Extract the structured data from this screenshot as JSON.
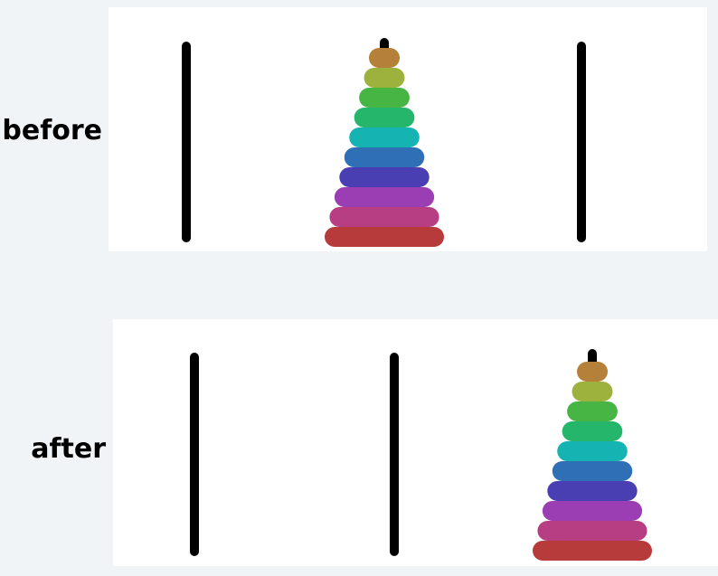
{
  "labels": {
    "before": "before",
    "after": "after"
  },
  "disk_colors": [
    "#b5803a",
    "#9db23c",
    "#46b544",
    "#25b66b",
    "#16b3b3",
    "#2f6fb5",
    "#4a3eb3",
    "#9b3db3",
    "#b83e83",
    "#b83b3b"
  ],
  "states": [
    {
      "name": "before",
      "disk_peg": 1
    },
    {
      "name": "after",
      "disk_peg": 2
    }
  ]
}
